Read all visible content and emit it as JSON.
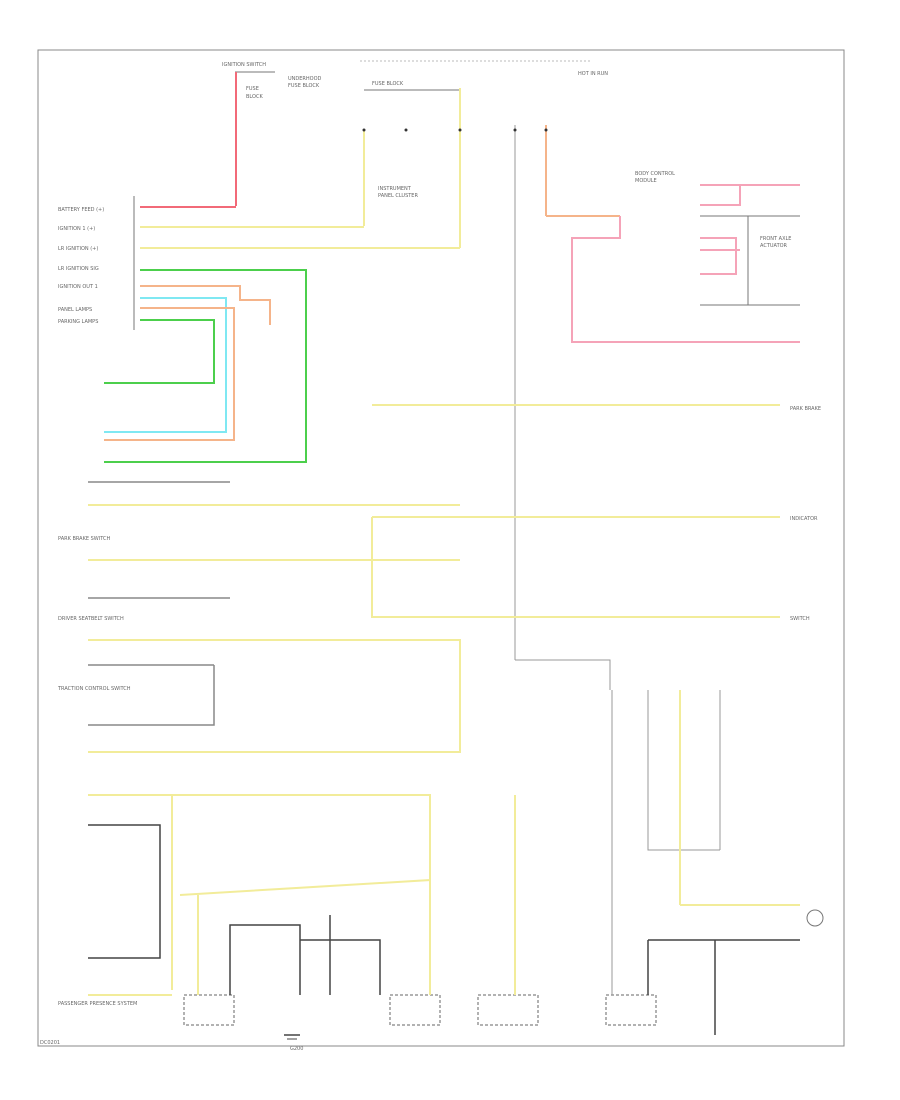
{
  "diagram": {
    "frame_color": "#888888",
    "wire_colors": {
      "yellow": "#f2ec9a",
      "pink": "#f5a3b8",
      "green": "#4ccf4c",
      "cyan": "#7fe8f2",
      "orange": "#f5b48a",
      "red": "#f26a78",
      "black": "#444444"
    },
    "left_inputs": [
      "BATTERY FEED (+)",
      "IGNITION 1 (+)",
      "LR IGNITION (+)",
      "LR IGNITION SIG",
      "IGNITION OUT 1",
      "PANEL LAMPS",
      "PARKING LAMPS"
    ],
    "labels": {
      "ignition_switch": "IGNITION SWITCH",
      "fuse_block": "FUSE BLOCK",
      "hot_in_run": "HOT IN RUN",
      "park_brake": "PARK BRAKE SWITCH",
      "driver_seatbelt": "DRIVER SEATBELT SWITCH",
      "traction_control": "TRACTION CONTROL SWITCH",
      "passenger_presence": "PASSENGER PRESENCE SYSTEM",
      "ground": "G200",
      "page_ref": "DC0201"
    }
  }
}
